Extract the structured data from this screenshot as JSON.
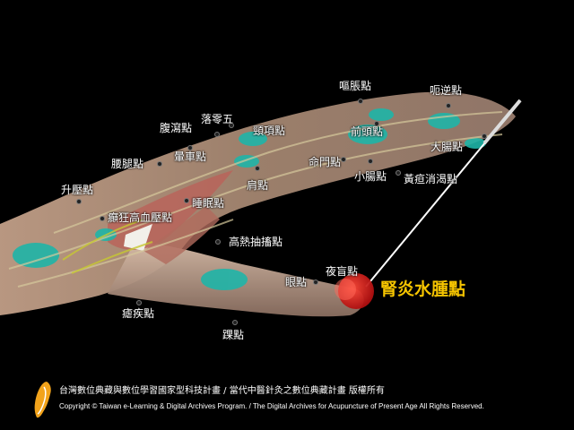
{
  "figure": {
    "points": [
      {
        "id": "ou-zhang",
        "label": "嘔脹點"
      },
      {
        "id": "e-ni",
        "label": "呃逆點"
      },
      {
        "id": "luo-ling-wu",
        "label": "落零五"
      },
      {
        "id": "fu-xie",
        "label": "腹瀉點"
      },
      {
        "id": "jing-xiang",
        "label": "頸項點"
      },
      {
        "id": "qian-tou",
        "label": "前頭點"
      },
      {
        "id": "da-chang",
        "label": "大腸點"
      },
      {
        "id": "yun-che",
        "label": "暈車點"
      },
      {
        "id": "yao-tui",
        "label": "腰腿點"
      },
      {
        "id": "ming-men",
        "label": "命門點"
      },
      {
        "id": "xiao-chang",
        "label": "小腸點"
      },
      {
        "id": "huang-dan",
        "label": "黃疸消渴點"
      },
      {
        "id": "jian",
        "label": "肩點"
      },
      {
        "id": "sheng-ya",
        "label": "升壓點"
      },
      {
        "id": "shui-mian",
        "label": "睡眠點"
      },
      {
        "id": "dian-kuang",
        "label": "癲狂高血壓點"
      },
      {
        "id": "gao-re",
        "label": "高熱抽搐點"
      },
      {
        "id": "ye-mang",
        "label": "夜盲點"
      },
      {
        "id": "yan",
        "label": "眼點"
      },
      {
        "id": "shen-yan",
        "label": "腎炎水腫點"
      },
      {
        "id": "nue-ji",
        "label": "瘧疾點"
      },
      {
        "id": "huai",
        "label": "踝點"
      }
    ]
  },
  "footer": {
    "credit_cn": "台灣數位典藏與數位學習國家型科技計畫 / 當代中醫針灸之數位典藏計畫 版權所有",
    "credit_en": "Copyright © Taiwan e-Learning & Digital Archives Program. / The Digital Archives for Acupuncture of Present Age All Rights Reserved.",
    "logo": "taiwan-island-logo"
  },
  "colors": {
    "highlight_label": "#f5c400",
    "highlight_point": "#d01818",
    "tendon": "#1fb5a8",
    "skin": "#c9a48c",
    "muscle": "#b8645a",
    "needle": "#ffffff"
  }
}
